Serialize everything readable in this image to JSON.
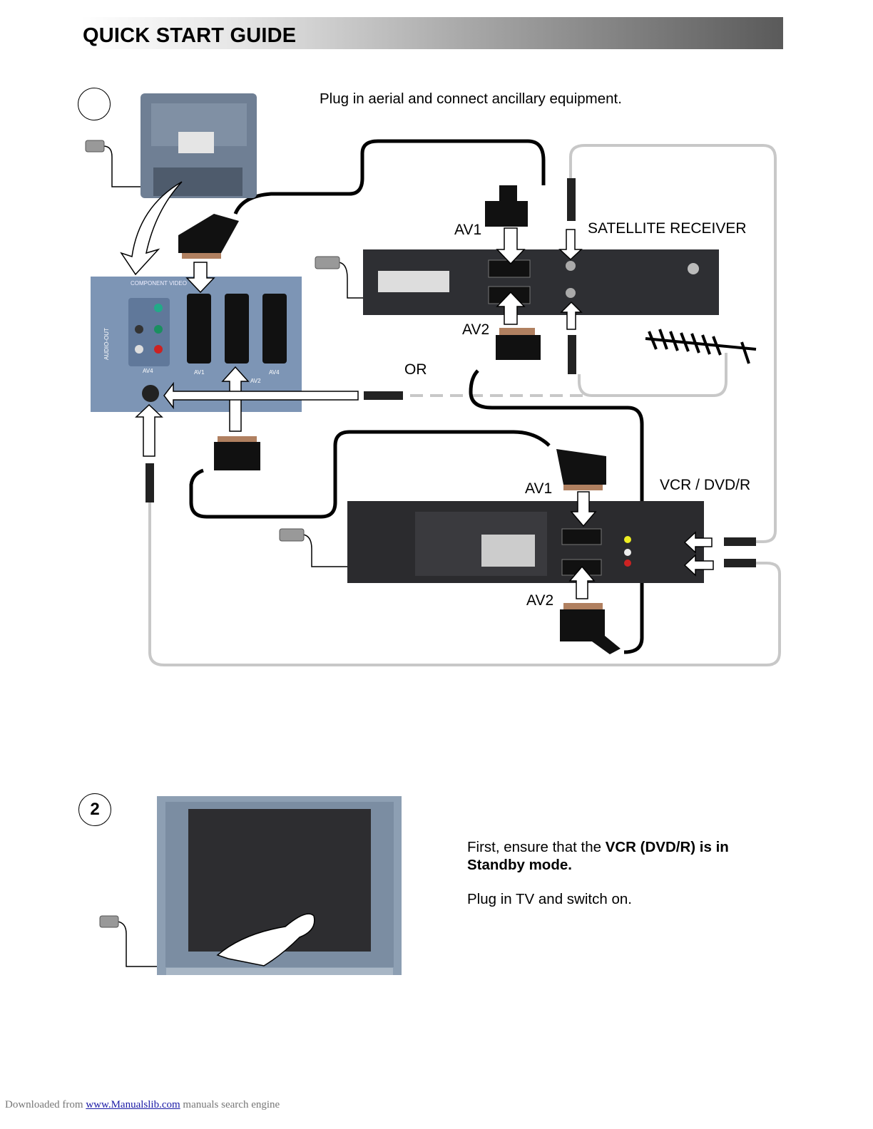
{
  "header": {
    "title": "QUICK START GUIDE"
  },
  "step1": {
    "number": "",
    "instruction": "Plug in aerial and connect ancillary equipment.",
    "labels": {
      "sat_av1": "AV1",
      "satellite_receiver": "SATELLITE RECEIVER",
      "sat_av2": "AV2",
      "or": "OR",
      "vcr_av1": "AV1",
      "vcr_dvdr": "VCR / DVD/R",
      "vcr_av2": "AV2"
    },
    "tv_panel": {
      "component_video": "COMPONENT VIDEO",
      "audio_out": "AUDIO-OUT",
      "ports": [
        "AV4",
        "AV1",
        "AV2",
        "AV4"
      ]
    }
  },
  "step2": {
    "number": "2",
    "line1_normal": "First, ensure that the ",
    "line1_bold": "VCR (DVD/R) is in",
    "line2_bold": "Standby mode.",
    "line3": "Plug in TV and switch on."
  },
  "footer": {
    "prefix": "Downloaded from ",
    "link": "www.Manualslib.com",
    "suffix": " manuals search engine"
  },
  "colors": {
    "panel_blue": "#7d95b5",
    "device_dark": "#2e2f33",
    "cable_grey": "#c8c8c8"
  }
}
